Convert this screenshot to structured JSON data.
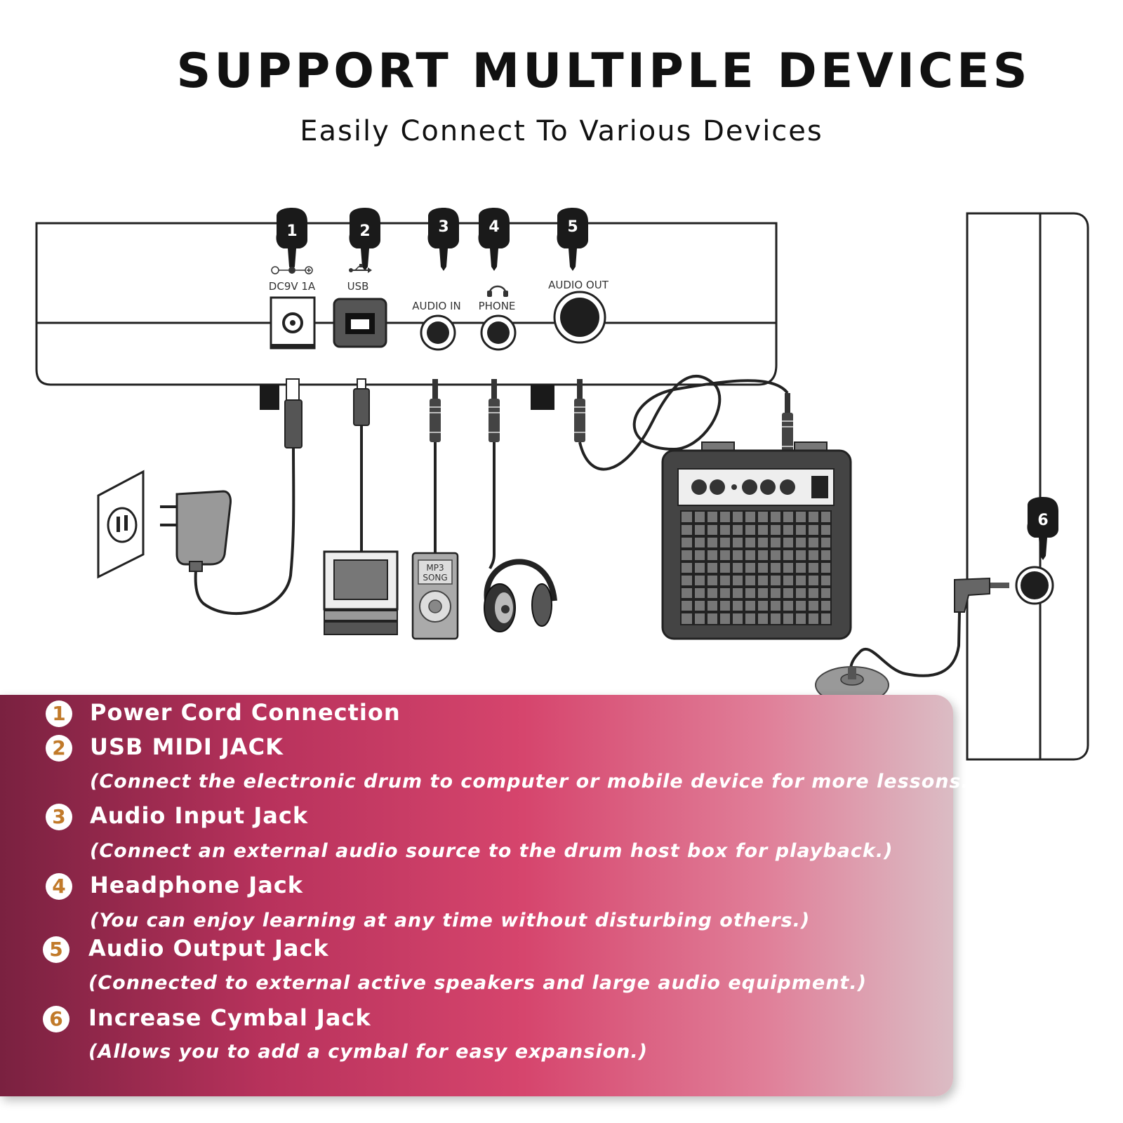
{
  "header": {
    "title": "SUPPORT MULTIPLE DEVICES",
    "subtitle": "Easily Connect To Various Devices"
  },
  "ports": [
    {
      "number": "1",
      "label": "DC9V 1A"
    },
    {
      "number": "2",
      "label": "USB"
    },
    {
      "number": "3",
      "label": "AUDIO IN"
    },
    {
      "number": "4",
      "label": "PHONE"
    },
    {
      "number": "5",
      "label": "AUDIO OUT"
    },
    {
      "number": "6"
    }
  ],
  "devices": {
    "mp3_label_line1": "MP3",
    "mp3_label_line2": "SONG"
  },
  "legend": [
    {
      "number": "1",
      "title": "Power Cord Connection"
    },
    {
      "number": "2",
      "title": "USB MIDI JACK",
      "desc": "(Connect the electronic drum to computer or mobile device for more lessons.)"
    },
    {
      "number": "3",
      "title": "Audio Input Jack",
      "desc": "(Connect an external audio source to the drum host box for playback.)"
    },
    {
      "number": "4",
      "title": "Headphone Jack",
      "desc": "(You can enjoy learning at any time without disturbing others.)"
    },
    {
      "number": "5",
      "title": "Audio Output Jack",
      "desc": "(Connected to external active speakers and large audio equipment.)"
    },
    {
      "number": "6",
      "title": "Increase Cymbal Jack",
      "desc": "(Allows you to add a cymbal for easy expansion.)"
    }
  ],
  "colors": {
    "badge_text": "#c17a2a",
    "panel_start": "#7a2140",
    "panel_mid": "#d6456d",
    "panel_end": "#dbbcc4"
  }
}
